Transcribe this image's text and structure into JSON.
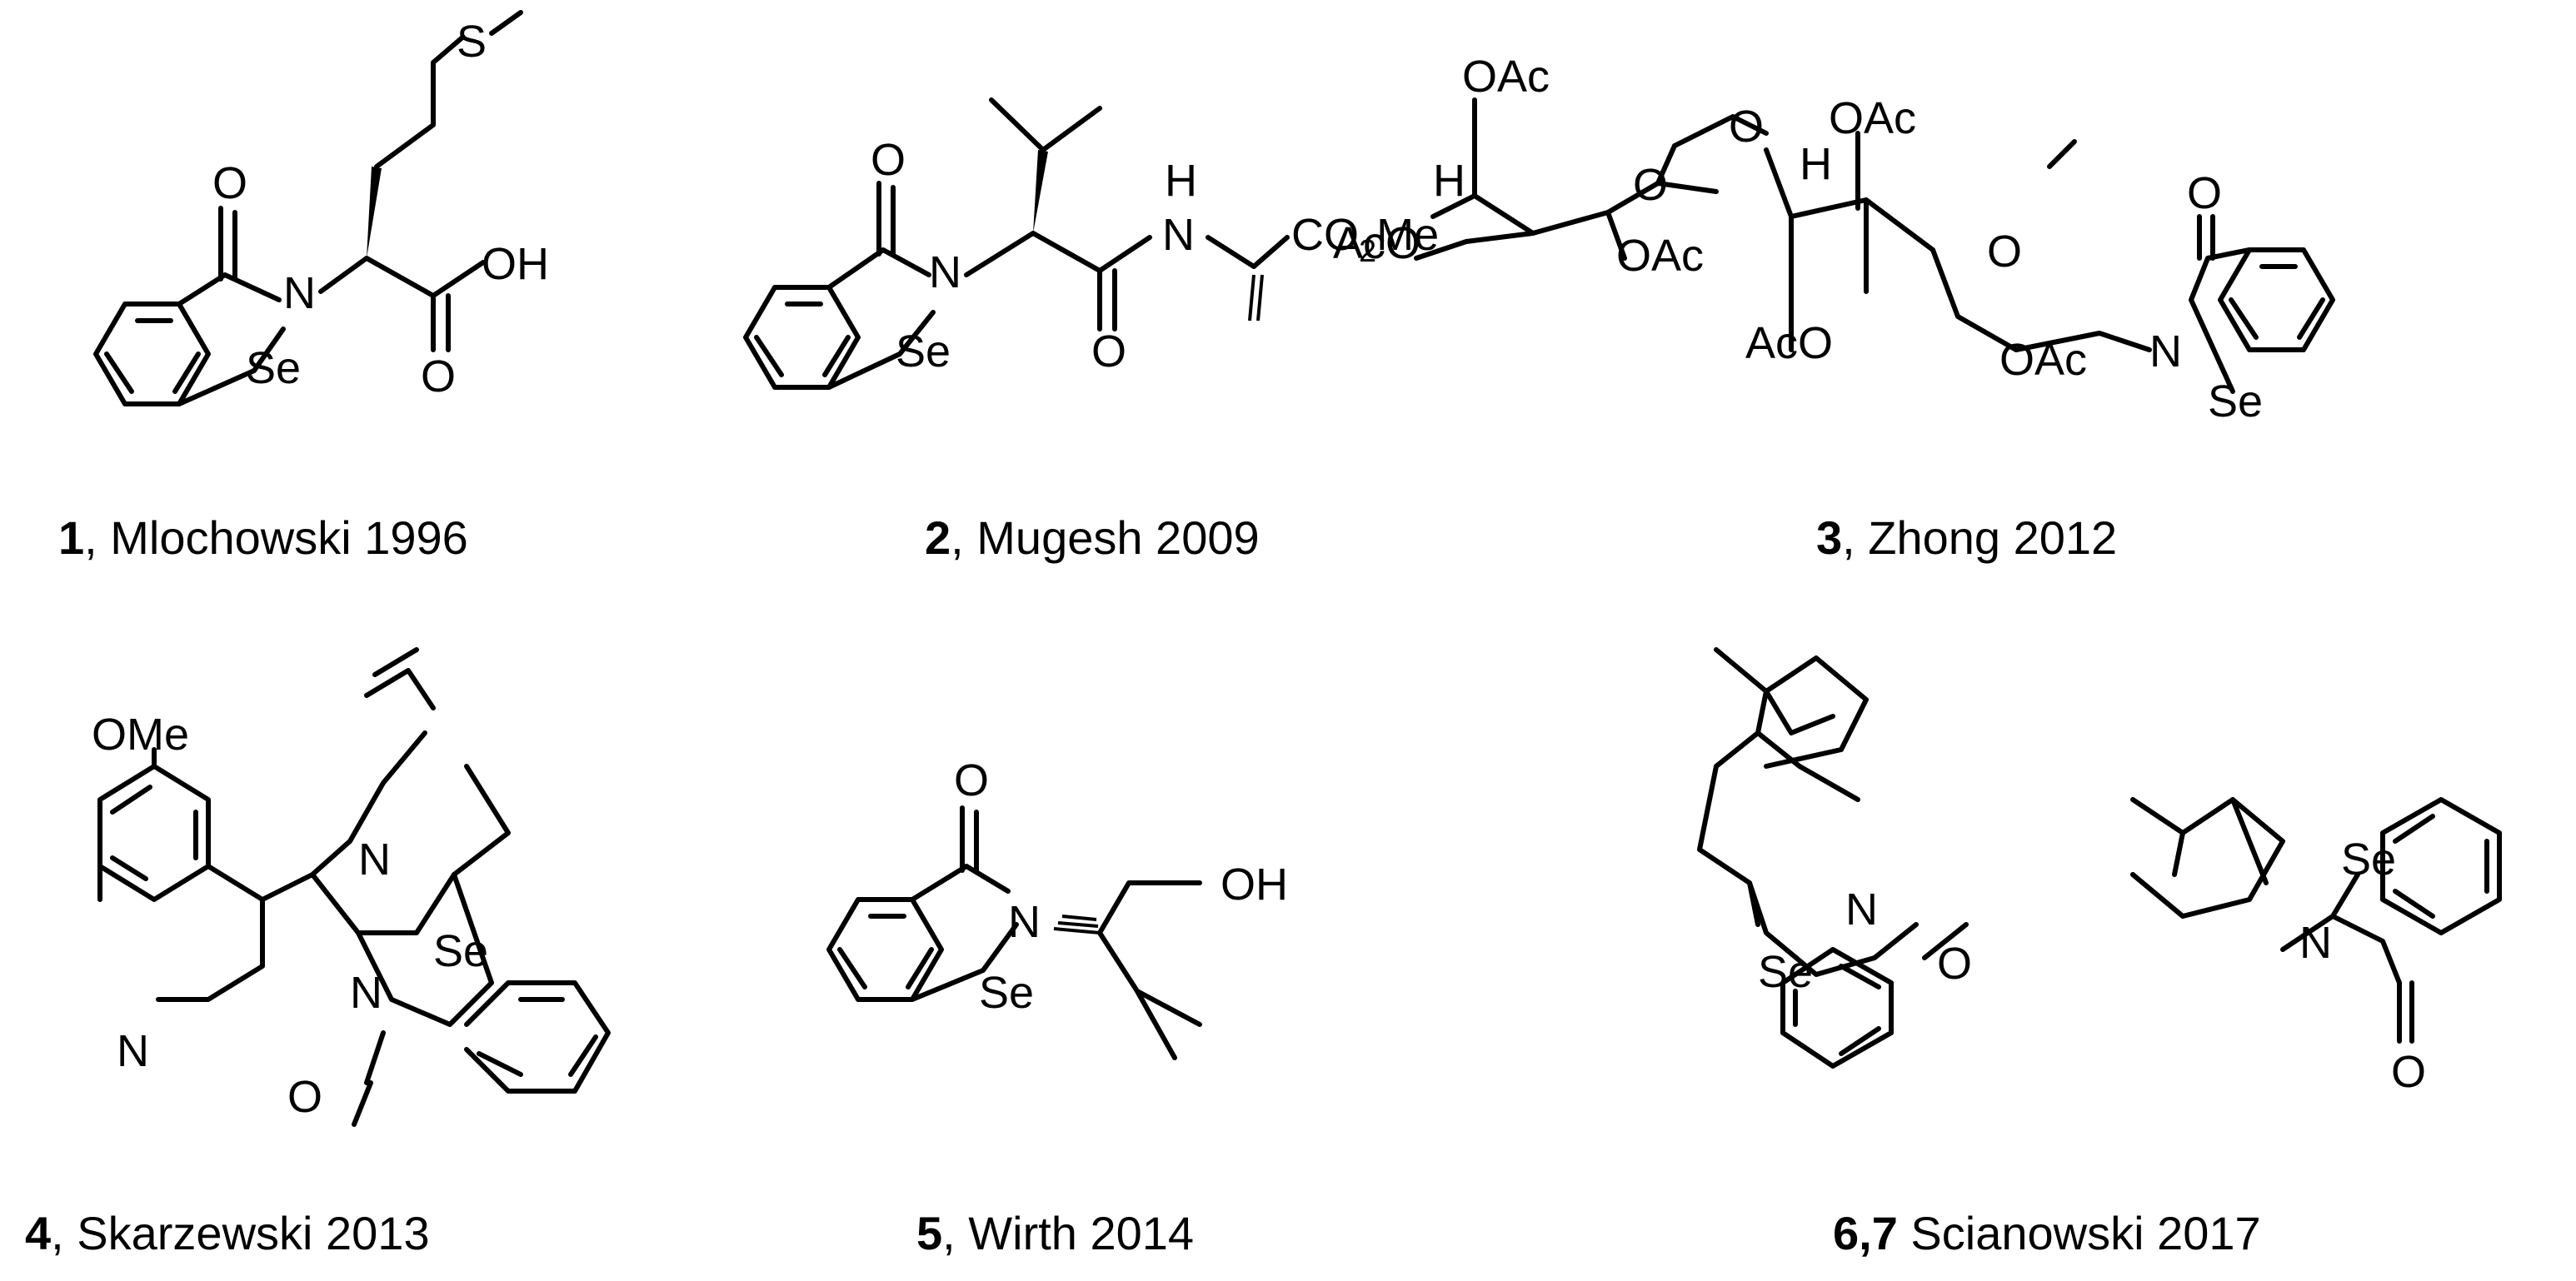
{
  "captions": [
    {
      "num": "1",
      "text": ", Mlochowski 1996"
    },
    {
      "num": "2",
      "text": ", Mugesh 2009"
    },
    {
      "num": "3",
      "text": ", Zhong 2012"
    },
    {
      "num": "4",
      "text": ", Skarzewski 2013"
    },
    {
      "num": "5",
      "text": ", Wirth 2014"
    },
    {
      "num": "6,7",
      "text": " Scianowski 2017"
    }
  ],
  "labels": {
    "S": "S",
    "O": "O",
    "N": "N",
    "Se": "Se",
    "OH": "OH",
    "H": "H",
    "CO2Me_a": "CO",
    "CO2Me_sub": "2",
    "CO2Me_b": "Me",
    "OAc": "OAc",
    "AcO": "AcO",
    "OMe": "OMe"
  }
}
